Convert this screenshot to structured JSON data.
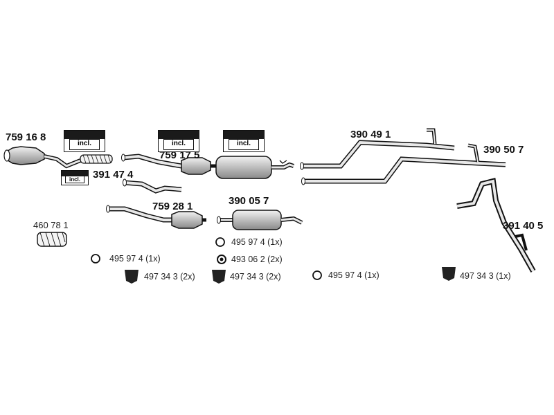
{
  "parts": {
    "p759168": "759 16 8",
    "p391474": "391 47 4",
    "p759175": "759 17 5",
    "p759281": "759 28 1",
    "p390057": "390 05 7",
    "p390491": "390 49 1",
    "p390507": "390 50 7",
    "p391405": "391 40 5",
    "p460781": "460 78 1"
  },
  "kits": {
    "incl_label": "incl."
  },
  "accessories": {
    "a1": "495 97 4 (1x)",
    "a2": "497 34 3 (2x)",
    "a3": "495 97 4 (1x)",
    "a4": "493 06 2 (2x)",
    "a5": "497 34 3 (2x)",
    "a6": "495 97 4 (1x)",
    "a7": "497 34 3 (1x)"
  },
  "colors": {
    "line": "#111111",
    "fill": "#d8d8d8"
  }
}
